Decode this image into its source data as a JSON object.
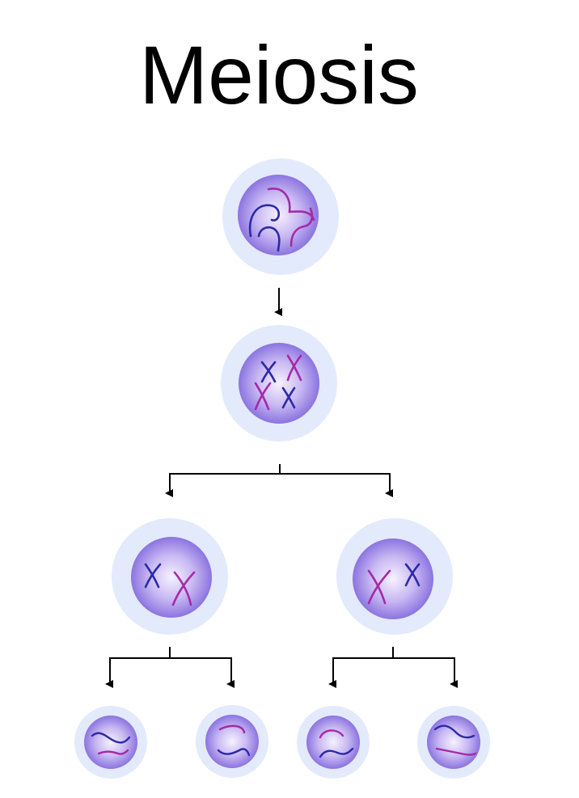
{
  "title": "Meiosis",
  "colors": {
    "cytoplasm": "#e3eafb",
    "nucleus_center": "#f6f2ff",
    "nucleus_edge": "#8b74e0",
    "chromosome_blue": "#2c2aa8",
    "chromosome_magenta": "#a52aa8",
    "arrow": "#000000"
  },
  "stages": [
    {
      "name": "parent-cell",
      "chromosome_shape": "strands"
    },
    {
      "name": "replicated-cell",
      "chromosome_shape": "x"
    },
    {
      "name": "daughter-cells",
      "chromosome_shape": "x",
      "count": 2
    },
    {
      "name": "gamete-cells",
      "chromosome_shape": "strands",
      "count": 4
    }
  ]
}
